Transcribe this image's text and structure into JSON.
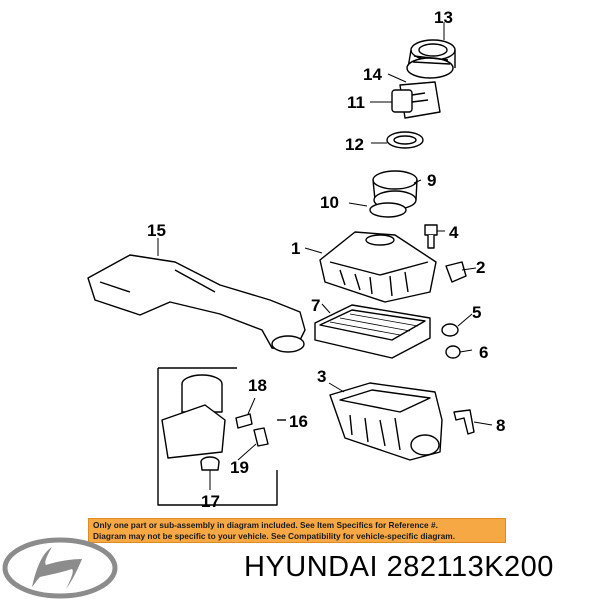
{
  "callouts": {
    "c1": "1",
    "c2": "2",
    "c3": "3",
    "c4": "4",
    "c5": "5",
    "c6": "6",
    "c7": "7",
    "c8": "8",
    "c9": "9",
    "c10": "10",
    "c11": "11",
    "c12": "12",
    "c13": "13",
    "c14": "14",
    "c15": "15",
    "c16": "16",
    "c17": "17",
    "c18": "18",
    "c19": "19"
  },
  "notice": {
    "line1": "Only one part or sub-assembly in diagram included. See Item Specifics for Reference #.",
    "line2": "Diagram may not be specific to your vehicle. See Compatibility for vehicle-specific diagram."
  },
  "caption": {
    "brand": "HYUNDAI",
    "part_number": "282113K200"
  },
  "colors": {
    "notice_bg": "#f5a843",
    "logo_gray": "#8c8c8c",
    "line": "#000000"
  }
}
